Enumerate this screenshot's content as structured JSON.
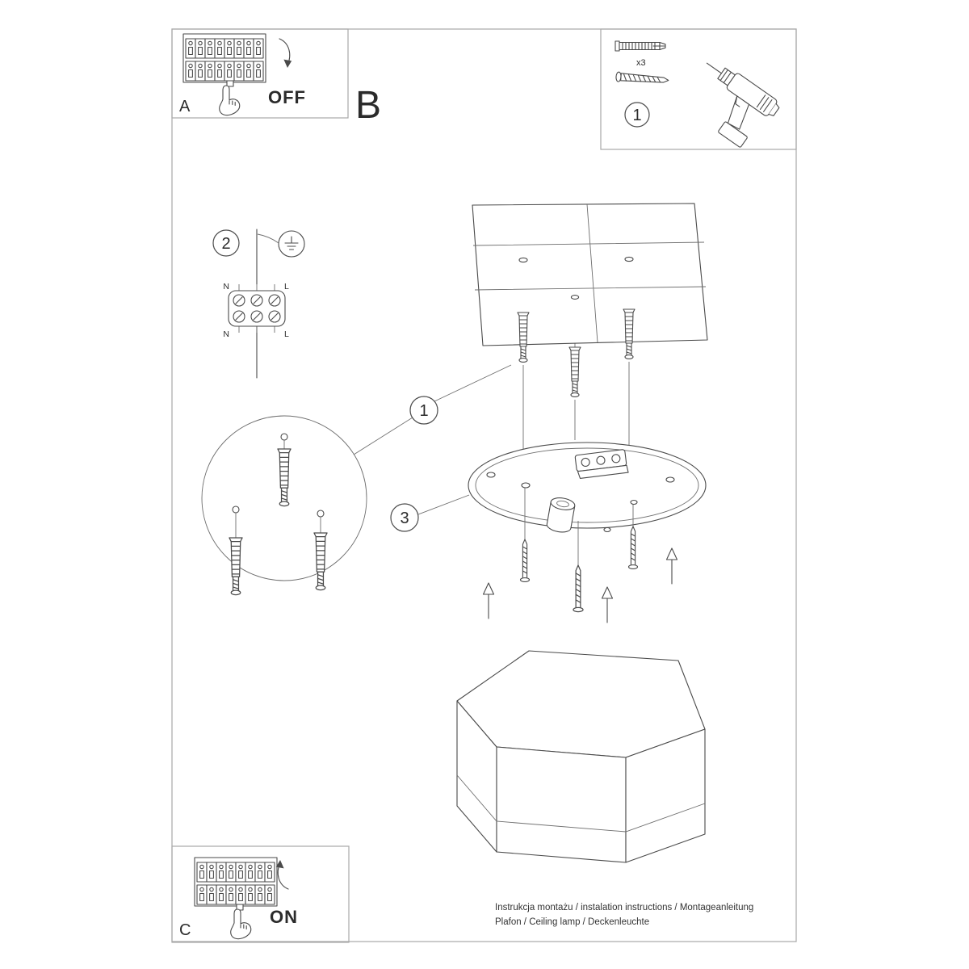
{
  "doc": {
    "steps": {
      "a": "A",
      "b": "B",
      "c": "C"
    },
    "breaker": {
      "off": "OFF",
      "on": "ON"
    },
    "callouts": {
      "one": "1",
      "two": "2",
      "three": "3"
    },
    "tools": {
      "qty": "x3",
      "step": "1"
    },
    "wiring": {
      "n": "N",
      "l": "L"
    },
    "footer": {
      "line1": "Instrukcja montażu / instalation instructions / Montageanleitung",
      "line2": "Plafon / Ceiling lamp / Deckenleuchte"
    }
  }
}
